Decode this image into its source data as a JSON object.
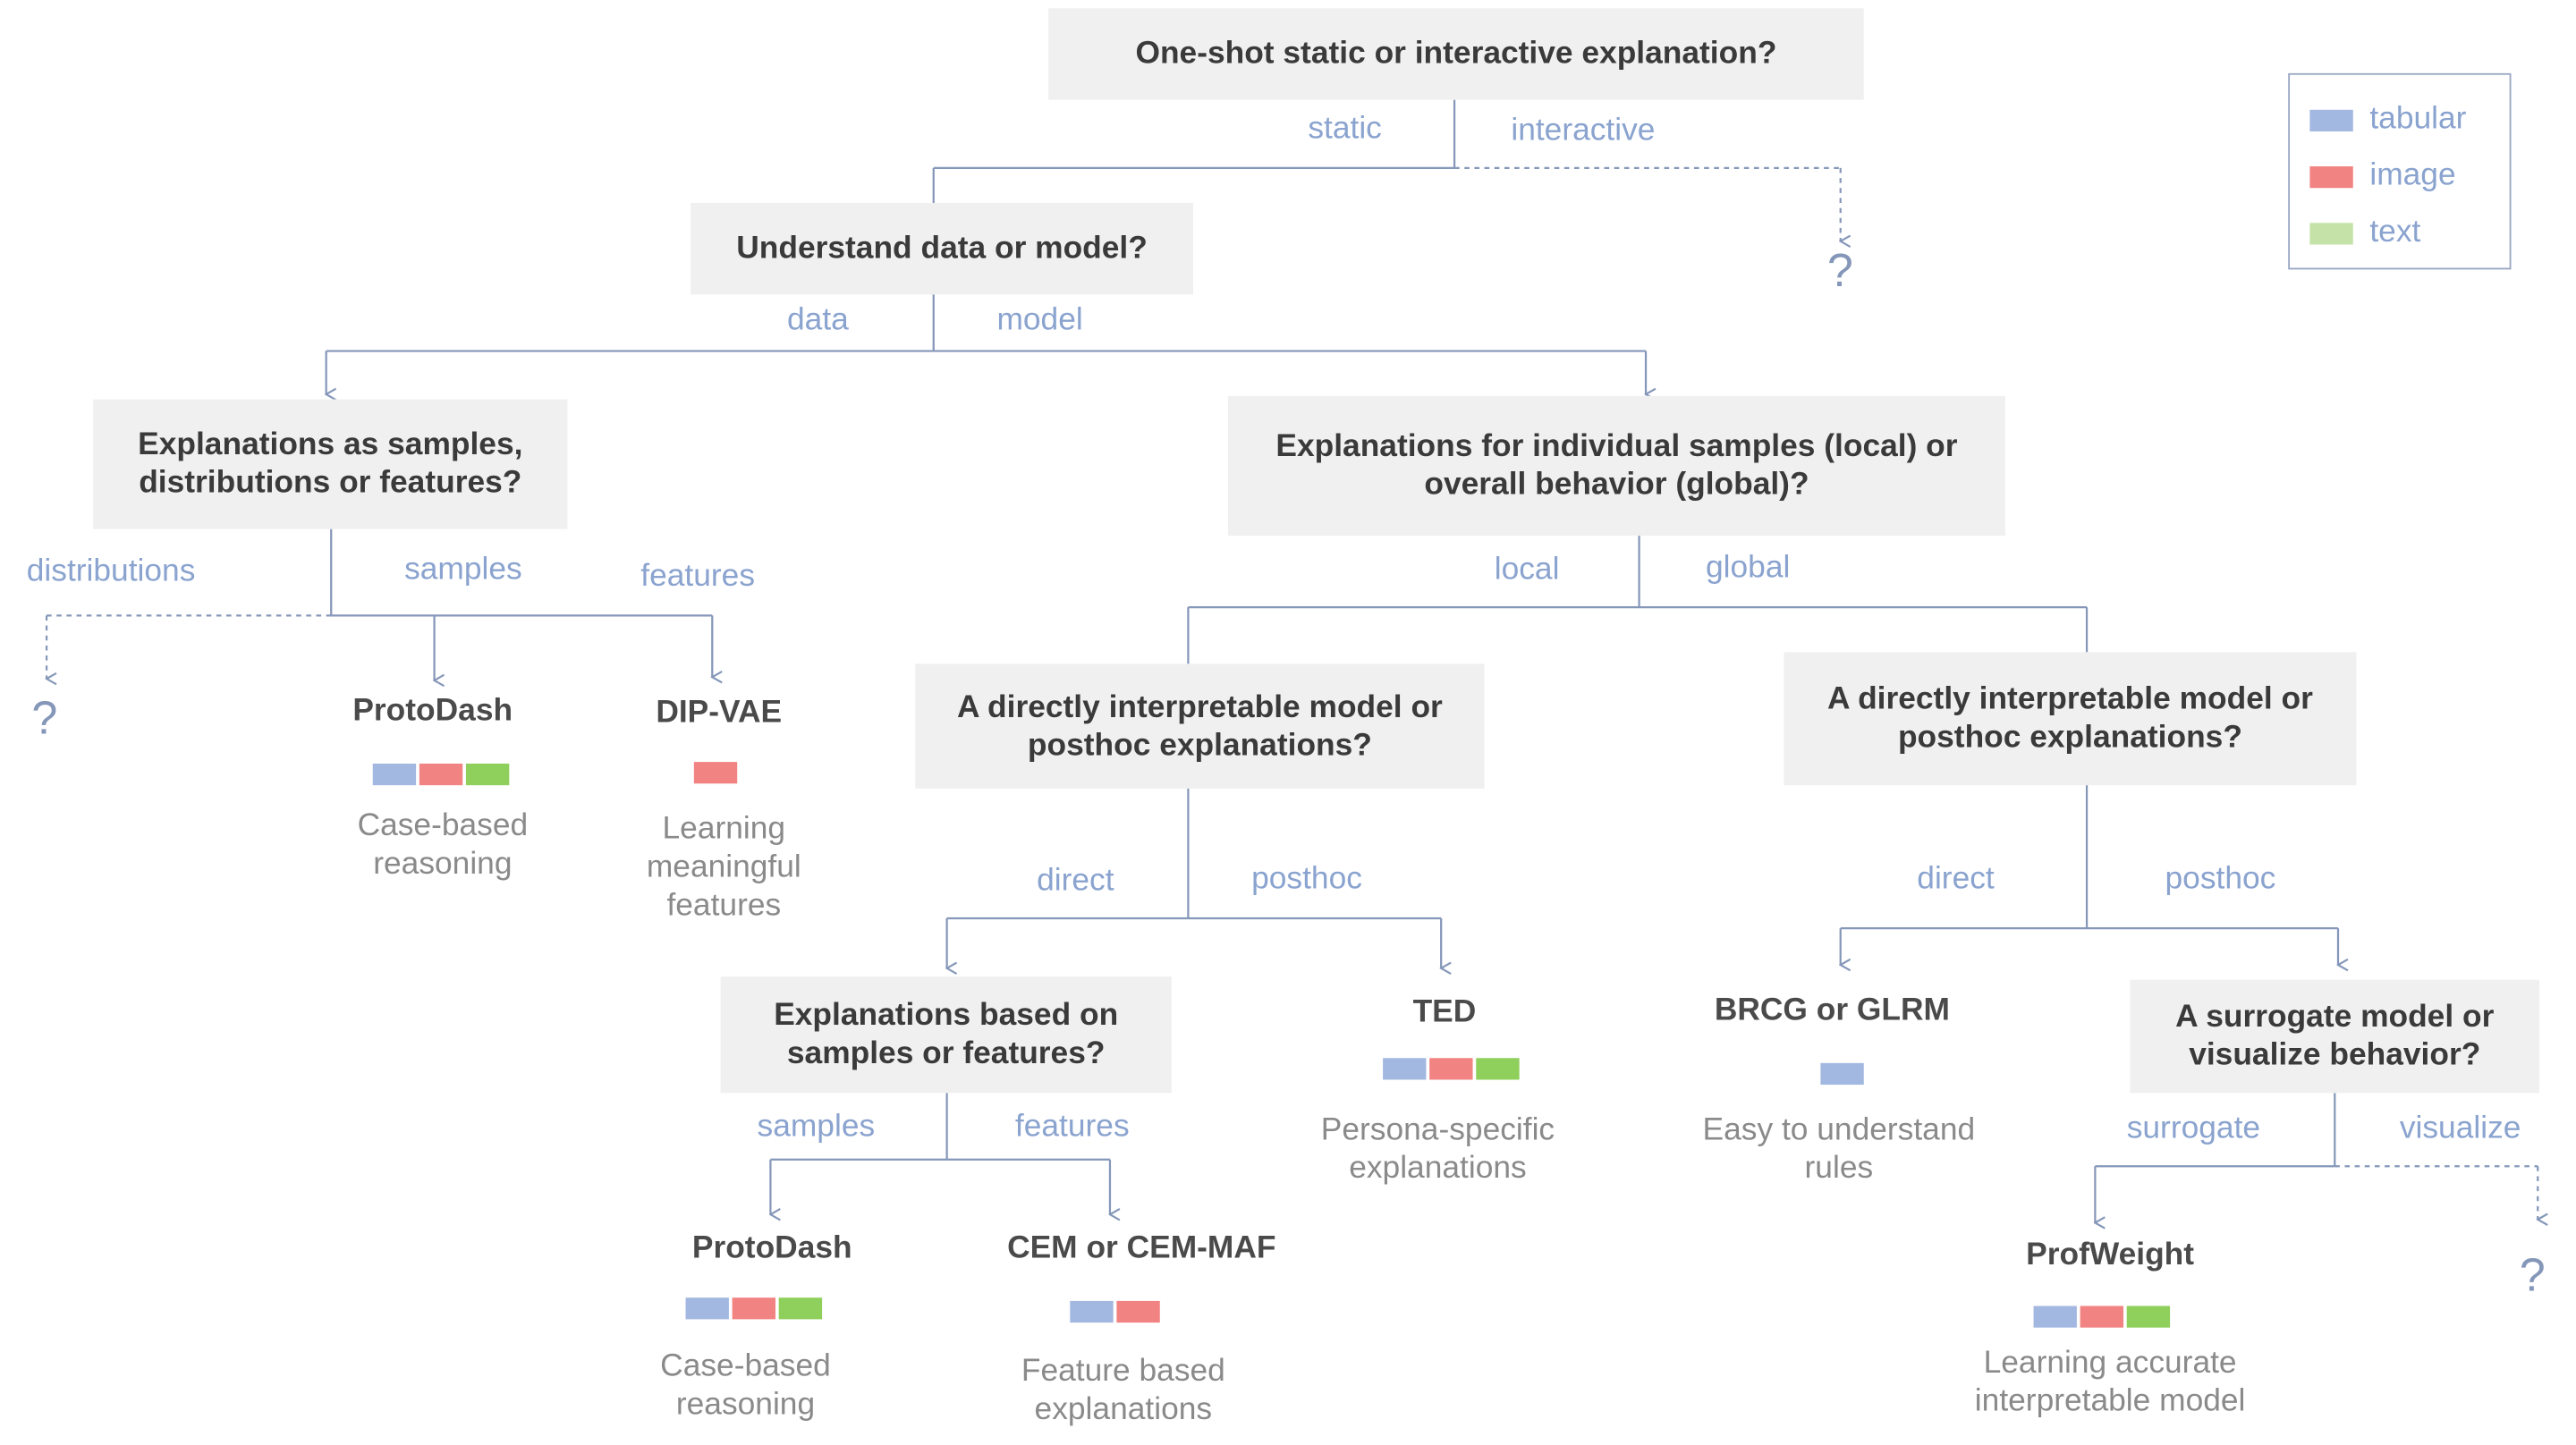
{
  "questions": {
    "q1": "One-shot static or interactive explanation?",
    "q2": "Understand data or model?",
    "q3": "Explanations as samples, distributions or features?",
    "q4": "Explanations for individual samples (local) or overall behavior (global)?",
    "q5": "A directly interpretable model or posthoc explanations?",
    "q6": "A directly interpretable model or posthoc explanations?",
    "q7": "Explanations based on samples or features?",
    "q8": "A surrogate model or visualize behavior?"
  },
  "edges": {
    "static": "static",
    "interactive": "interactive",
    "data": "data",
    "model": "model",
    "distributions": "distributions",
    "samples": "samples",
    "features": "features",
    "local": "local",
    "global": "global",
    "direct_local": "direct",
    "posthoc_local": "posthoc",
    "direct_global": "direct",
    "posthoc_global": "posthoc",
    "samples2": "samples",
    "features2": "features",
    "surrogate": "surrogate",
    "visualize": "visualize"
  },
  "unknown": "?",
  "leaves": {
    "protodash1": {
      "name": "ProtoDash",
      "desc": "Case-based reasoning",
      "modalities": [
        "tabular",
        "image",
        "text"
      ]
    },
    "dipvae": {
      "name": "DIP-VAE",
      "desc": "Learning meaningful features",
      "modalities": [
        "image"
      ]
    },
    "ted": {
      "name": "TED",
      "desc": "Persona-specific explanations",
      "modalities": [
        "tabular",
        "image",
        "text"
      ]
    },
    "brcg": {
      "name": "BRCG or GLRM",
      "desc": "Easy to understand rules",
      "modalities": [
        "tabular"
      ]
    },
    "protodash2": {
      "name": "ProtoDash",
      "desc": "Case-based reasoning",
      "modalities": [
        "tabular",
        "image",
        "text"
      ]
    },
    "cem": {
      "name": "CEM or CEM-MAF",
      "desc": "Feature based explanations",
      "modalities": [
        "tabular",
        "image"
      ]
    },
    "profweight": {
      "name": "ProfWeight",
      "desc": "Learning accurate interpretable model",
      "modalities": [
        "tabular",
        "image",
        "text"
      ]
    }
  },
  "legend": [
    {
      "label": "tabular",
      "color": "#a3b8e0"
    },
    {
      "label": "image",
      "color": "#f28383"
    },
    {
      "label": "text",
      "color": "#c5e2a8"
    }
  ],
  "colors": {
    "tabular": "#a3b8e0",
    "image": "#f28383",
    "text": "#8fcf5c",
    "connector": "#8597b9",
    "edge_label": "#8aa3cf"
  }
}
